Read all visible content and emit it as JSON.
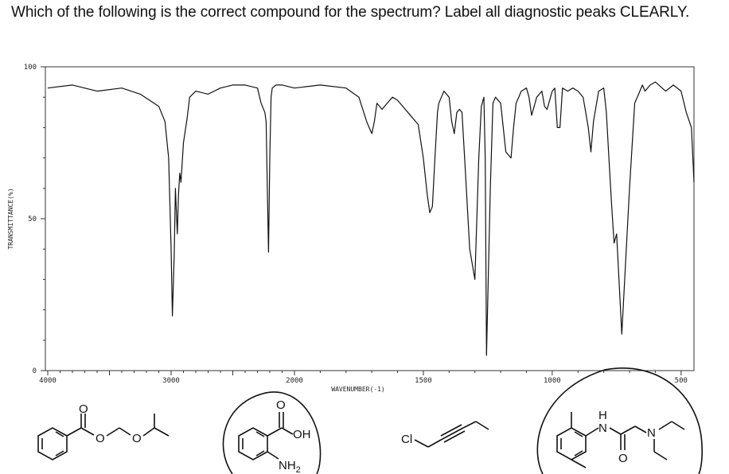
{
  "question": {
    "text": "Which of the following is the correct compound for the spectrum? Label all diagnostic peaks CLEARLY."
  },
  "chart_data": {
    "type": "line",
    "xlabel": "WAVENUMBER(-1)",
    "ylabel": "TRANSMITTANCE(%)",
    "xlim": [
      4000,
      450
    ],
    "ylim": [
      0,
      100
    ],
    "x_ticks": [
      {
        "value": 4000,
        "label": "4000"
      },
      {
        "value": 3000,
        "label": "3000"
      },
      {
        "value": 2000,
        "label": "2000"
      },
      {
        "value": 1500,
        "label": "1500"
      },
      {
        "value": 1000,
        "label": "1000"
      },
      {
        "value": 500,
        "label": "500"
      }
    ],
    "y_ticks": [
      {
        "value": 100,
        "label": "100"
      },
      {
        "value": 50,
        "label": "50"
      },
      {
        "value": 0,
        "label": "0"
      }
    ],
    "series": [
      {
        "x": [
          4000,
          3800,
          3600,
          3400,
          3250,
          3100,
          3050,
          3020,
          3000,
          2990,
          2975,
          2965,
          2950,
          2940,
          2930,
          2920,
          2900,
          2870,
          2850,
          2800,
          2700,
          2600,
          2500,
          2400,
          2300,
          2270,
          2240,
          2230,
          2220,
          2210,
          2200,
          2190,
          2180,
          2150,
          2100,
          2000,
          1900,
          1800,
          1750,
          1720,
          1710,
          1700,
          1690,
          1680,
          1660,
          1640,
          1620,
          1600,
          1560,
          1520,
          1500,
          1485,
          1475,
          1465,
          1455,
          1445,
          1440,
          1430,
          1420,
          1400,
          1390,
          1380,
          1370,
          1360,
          1350,
          1340,
          1320,
          1300,
          1285,
          1275,
          1265,
          1260,
          1255,
          1240,
          1230,
          1220,
          1200,
          1180,
          1160,
          1150,
          1140,
          1130,
          1120,
          1100,
          1090,
          1080,
          1060,
          1040,
          1030,
          1020,
          1000,
          990,
          980,
          970,
          960,
          940,
          920,
          900,
          880,
          860,
          850,
          840,
          820,
          800,
          790,
          780,
          770,
          760,
          750,
          730,
          700,
          680,
          660,
          650,
          640,
          620,
          600,
          560,
          530,
          500,
          480,
          460,
          450
        ],
        "y": [
          93,
          94,
          92,
          93,
          91,
          87,
          82,
          70,
          40,
          18,
          38,
          60,
          45,
          58,
          65,
          62,
          75,
          83,
          90,
          92,
          91,
          93,
          94,
          94,
          93,
          88,
          85,
          82,
          60,
          39,
          70,
          90,
          93,
          94,
          94,
          93,
          94,
          93,
          90,
          82,
          80,
          78,
          82,
          88,
          86,
          88,
          90,
          89,
          85,
          81,
          70,
          58,
          52,
          54,
          70,
          85,
          88,
          90,
          92,
          90,
          82,
          78,
          85,
          86,
          85,
          70,
          40,
          30,
          70,
          87,
          90,
          70,
          5,
          60,
          88,
          90,
          88,
          72,
          70,
          80,
          88,
          90,
          92,
          93,
          90,
          84,
          90,
          92,
          87,
          86,
          92,
          93,
          80,
          80,
          93,
          92,
          93,
          92,
          90,
          80,
          72,
          82,
          92,
          93,
          85,
          70,
          55,
          42,
          45,
          12,
          60,
          88,
          92,
          94,
          92,
          94,
          95,
          92,
          94,
          92,
          85,
          80,
          62
        ]
      }
    ]
  }
}
